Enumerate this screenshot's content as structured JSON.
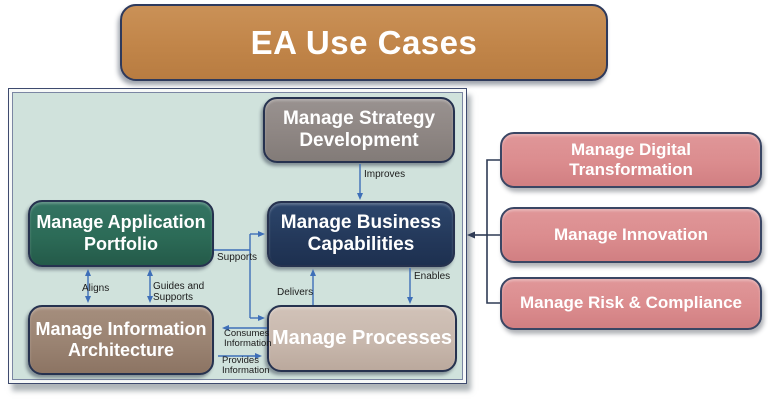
{
  "title": "EA Use Cases",
  "nodes": {
    "strategy": "Manage Strategy\nDevelopment",
    "application": "Manage Application\nPortfolio",
    "business": "Manage Business\nCapabilities",
    "information": "Manage Information\nArchitecture",
    "processes": "Manage Processes"
  },
  "edges": {
    "improves": "Improves",
    "supports": "Supports",
    "aligns": "Aligns",
    "guides": "Guides and\nSupports",
    "delivers": "Delivers",
    "enables": "Enables",
    "consumes": "Consumes\nInformation",
    "provides": "Provides\nInformation"
  },
  "external": {
    "items": [
      "Manage Digital\nTransformation",
      "Manage Innovation",
      "Manage Risk & Compliance"
    ]
  },
  "colors": {
    "title_fill": "#C18549",
    "container_fill": "#D0E2DC",
    "node_border": "#26324F",
    "strategy_fill": "#8E8683",
    "application_fill": "#2C6B57",
    "business_fill": "#24395B",
    "information_fill": "#9A8372",
    "processes_fill": "#C8B8AD",
    "external_fill": "#DB8C8E",
    "blue_connector": "#3E6FB8",
    "navy_connector": "#2F3B55"
  }
}
